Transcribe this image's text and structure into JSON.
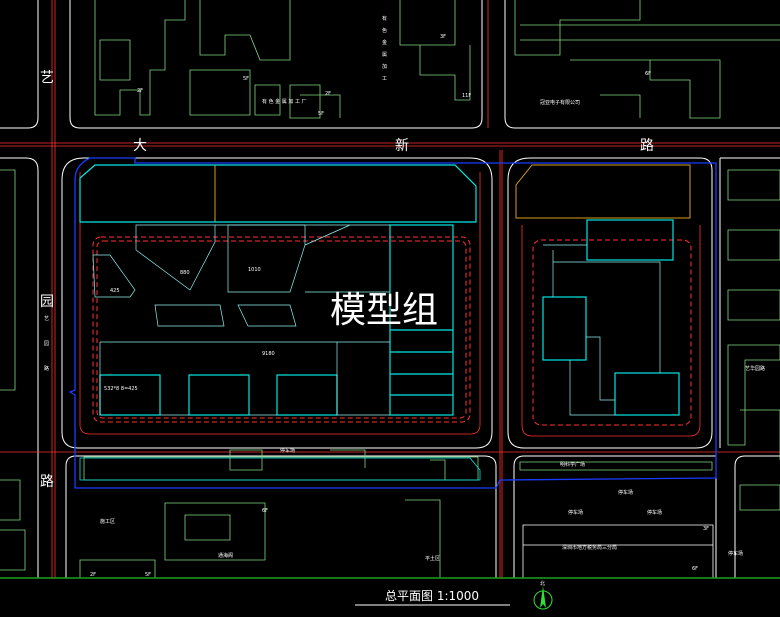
{
  "streets": {
    "north_1": "大",
    "north_2": "新",
    "north_3": "路",
    "west_1": "艺",
    "west_2": "园",
    "west_3": "路"
  },
  "labels": {
    "bldg_6f_ne": "6F",
    "bldg_2f_nw": "2F",
    "bldg_5f_n": "5F",
    "bldg_2f_n": "2F",
    "bldg_5f_n2": "5F",
    "bldg_3f_n": "3F",
    "bldg_11f": "11F",
    "company": "冠亚电子有限公司",
    "metal_factory_v": [
      "有",
      "色",
      "金",
      "属",
      "加",
      "工"
    ],
    "metal_factory_h": "有 色 金 属 加 工 厂",
    "area_425": "425",
    "area_880": "880",
    "area_1010": "1010",
    "area_9180": "9180",
    "area_bottom": "532*8 8=425",
    "west_small_v": [
      "艺",
      "园",
      "路"
    ],
    "east_label": "艺华园路",
    "parking_1": "停车场",
    "parking_2": "停车场",
    "parking_3": "停车场",
    "parking_4": "停车场",
    "parking_5": "停车场",
    "square": "明科学广场",
    "bureau": "深圳市地方税务局三分局",
    "construction": "施工区",
    "tonghai": "通海阁",
    "flat_area": "平土区",
    "bldg_2f_s": "2F",
    "bldg_5f_s": "5F",
    "bldg_6f_s": "6F",
    "bldg_3f_e": "3F",
    "bldg_6f_e": "6F"
  },
  "watermark": "模型组",
  "footer": {
    "title": "总平面图 1:1000",
    "north_label": "北"
  },
  "colors": {
    "background": "#000000",
    "road_line": "#ffffff",
    "red_line": "#ff3030",
    "blue_boundary": "#1a3cff",
    "cyan_building": "#00e5e5",
    "green_building": "#7fd87f",
    "orange": "#d4a017",
    "north_arrow": "#2fe03a"
  }
}
